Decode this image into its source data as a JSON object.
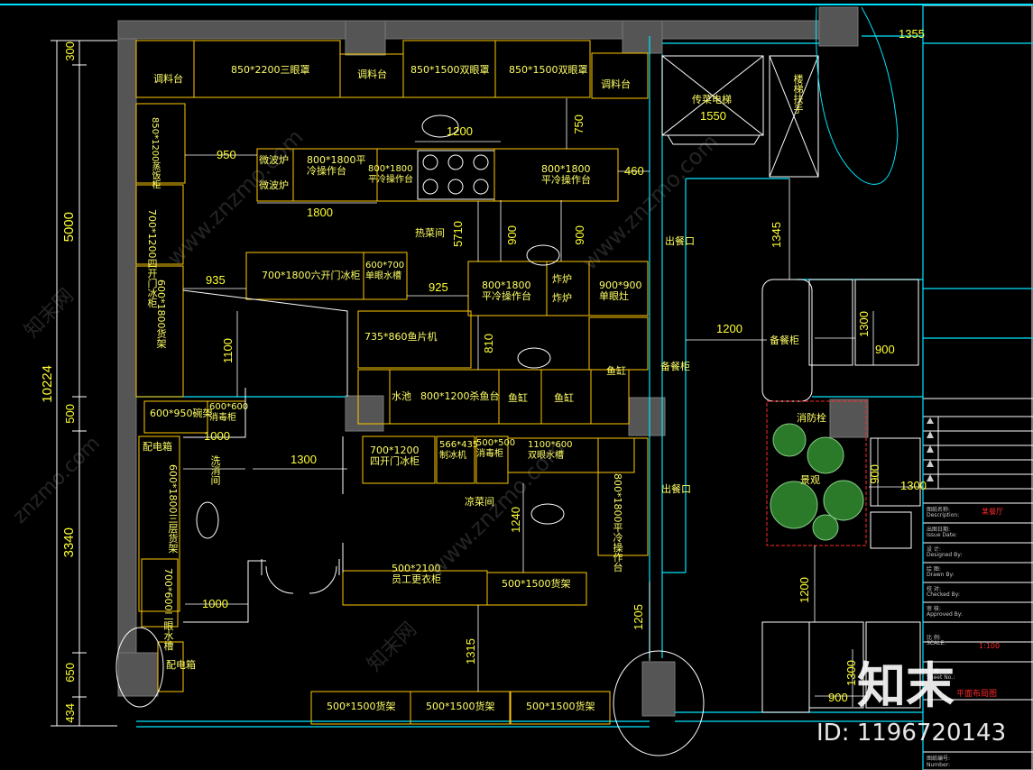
{
  "plan": {
    "colors": {
      "wall": "#555555",
      "cyan": "#00e5ff",
      "yellow": "#ffff33",
      "equip": "#ffc800",
      "white": "#ffffff",
      "red": "#ff2a2a",
      "green": "#2e7d32"
    },
    "labels": {
      "seasoning_1": "调料台",
      "hood_3": "850*2200三眼罩",
      "seasoning_2": "调料台",
      "hood_2a": "850*1500双眼罩",
      "hood_2b": "850*1500双眼罩",
      "seasoning_3": "调料台",
      "steam_cabinet": "850*1200蒸饭柜",
      "microwave_1": "微波炉",
      "microwave_2": "微波炉",
      "cold_bench_1": "800*1800平冷操作台",
      "cold_bench_2": "800*1800平冷操作台",
      "cold_bench_3": "800*1800平冷操作台",
      "fridge_4door_1": "700*1200四开门冰柜",
      "hot_kitchen": "热菜间",
      "fridge_6door": "700*1800六开门冰柜",
      "sink_single_1": "600*700单眼水槽",
      "cold_bench_4": "800*1800平冷操作台",
      "fryer_1": "炸炉",
      "fryer_2": "炸炉",
      "single_stove": "900*900单眼灶",
      "shelf_vertical": "600*1800货架",
      "dough_machine": "735*860鱼片机",
      "sink_pool": "水池",
      "fish_table": "800*1200杀鱼台",
      "fish_tank_1": "鱼缸",
      "fish_tank_2": "鱼缸",
      "fish_tank_3": "鱼缸",
      "rack_600x950": "600*950碗架",
      "disinfect_1": "600*600消毒柜",
      "dist_box_1": "配电箱",
      "washing_room": "洗消间",
      "shelf_600x1800": "600*1800三层货架",
      "sink_600x600": "700*600二眼水槽",
      "fridge_4door_2": "700*1200四开门冰柜",
      "ice_machine": "566*435制冰机",
      "disinfect_2": "500*500消毒柜",
      "sink_double": "1100*600双眼水槽",
      "cold_kitchen": "凉菜间",
      "cold_bench_5": "800*1800平冷操作台",
      "locker": "500*2100员工更衣柜",
      "shelf_top": "500*1500货架",
      "shelf_b1": "500*1500货架",
      "shelf_b2": "500*1500货架",
      "shelf_b3": "500*1500货架",
      "dist_box_2": "配电箱",
      "dumbwaiter": "传菜电梯",
      "serve_exit_1": "出餐口",
      "serve_exit_2": "出餐口",
      "prep_cabinet_1": "备餐柜",
      "prep_cabinet_2": "备餐柜",
      "fire_hydrant": "消防栓",
      "landscape": "景观",
      "staircase": "楼梯扶手"
    },
    "dims": {
      "d300": "300",
      "d5000": "5000",
      "d10224": "10224",
      "d500": "500",
      "d3340": "3340",
      "d650": "650",
      "d434": "434",
      "d1355": "1355",
      "d1550": "1550",
      "d1200a": "1200",
      "d750": "750",
      "d950": "950",
      "d1800": "1800",
      "d460": "460",
      "d5710": "5710",
      "d900a": "900",
      "d900b": "900",
      "d1345": "1345",
      "d935": "935",
      "d925": "925",
      "d1100": "1100",
      "d810": "810",
      "d1200b": "1200",
      "d1300a": "1300",
      "d900c": "900",
      "d1000a": "1000",
      "d1300b": "1300",
      "d1240": "1240",
      "d900d": "900",
      "d1300c": "1300",
      "d1000b": "1000",
      "d1315": "1315",
      "d1205": "1205",
      "d1200c": "1200",
      "d1300d": "1300",
      "d900e": "900"
    },
    "title_block": {
      "project": "某餐厅",
      "drawing_title": "平面布局图",
      "scale": "1:100",
      "rows": [
        "图纸名称:",
        "Description:",
        "出图日期:",
        "Issue Date:",
        "设 计:",
        "Designed By:",
        "绘 图:",
        "Drawn By:",
        "校 对:",
        "Checked By:",
        "审 核:",
        "Approved By:",
        "比 例:",
        "SCALE:",
        "图 号:",
        "Sheet No.:",
        "图纸编号:",
        "Number:"
      ]
    },
    "watermark": {
      "brand_cn": "知末",
      "site": "www.znzmo.com",
      "site_short": "znzmo.com",
      "site_cn": "知末网",
      "id": "ID: 1196720143"
    }
  }
}
